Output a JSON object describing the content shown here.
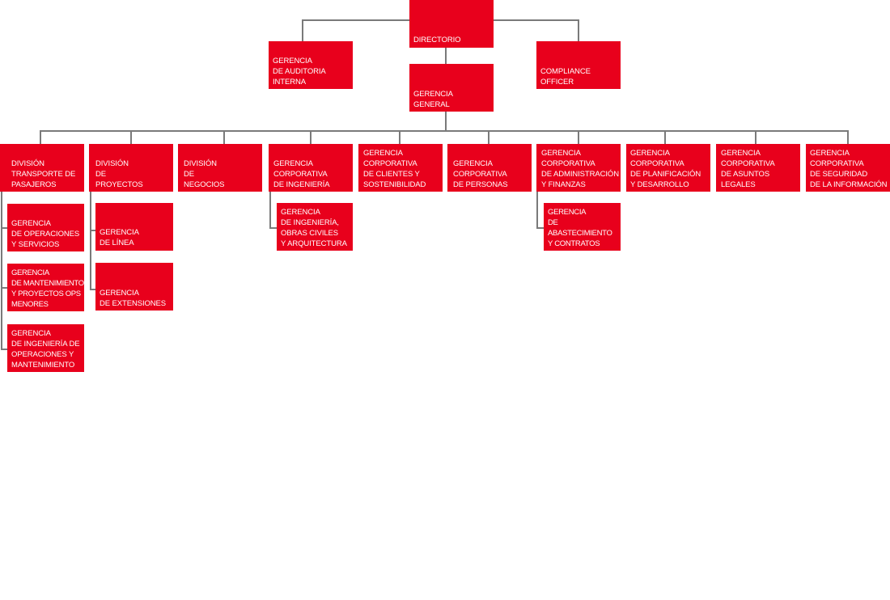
{
  "org_chart": {
    "directorio": "DIRECTORIO",
    "auditoria": "GERENCIA\nDE AUDITORIA\nINTERNA",
    "compliance": "COMPLIANCE\nOFFICER",
    "general": "GERENCIA\nGENERAL",
    "div_transporte": "DIVISIÓN\nTRANSPORTE DE\nPASAJEROS",
    "div_proyectos": "DIVISIÓN\nDE\nPROYECTOS",
    "div_negocios": "DIVISIÓN\nDE\nNEGOCIOS",
    "gc_ingenieria": "GERENCIA\nCORPORATIVA\nDE INGENIERÍA",
    "gc_clientes": "GERENCIA\nCORPORATIVA\nDE CLIENTES Y\nSOSTENIBILIDAD",
    "gc_personas": "GERENCIA\nCORPORATIVA\nDE PERSONAS",
    "gc_administracion": "GERENCIA\nCORPORATIVA\nDE ADMINISTRACIÓN\nY FINANZAS",
    "gc_planificacion": "GERENCIA\nCORPORATIVA\nDE PLANIFICACIÓN\nY DESARROLLO",
    "gc_legales": "GERENCIA\nCORPORATIVA\nDE ASUNTOS\nLEGALES",
    "gc_seguridad": "GERENCIA\nCORPORATIVA\nDE SEGURIDAD\nDE LA INFORMACIÓN",
    "g_operaciones": "GERENCIA\nDE OPERACIONES\nY SERVICIOS",
    "g_mantenimiento": "GERENCIA\nDE MANTENIMIENTO\nY PROYECTOS OPS\nMENORES",
    "g_ing_operaciones": "GERENCIA\nDE INGENIERÍA DE\nOPERACIONES Y\nMANTENIMIENTO",
    "g_linea": "GERENCIA\nDE LÍNEA",
    "g_extensiones": "GERENCIA\nDE EXTENSIONES",
    "g_obras": "GERENCIA\nDE INGENIERÍA,\nOBRAS CIVILES\nY ARQUITECTURA",
    "g_abastecimiento": "GERENCIA\nDE ABASTECIMIENTO\nY CONTRATOS"
  },
  "colors": {
    "box": "#e8001c",
    "text": "#ffffff",
    "connector": "#7a7a7a"
  }
}
